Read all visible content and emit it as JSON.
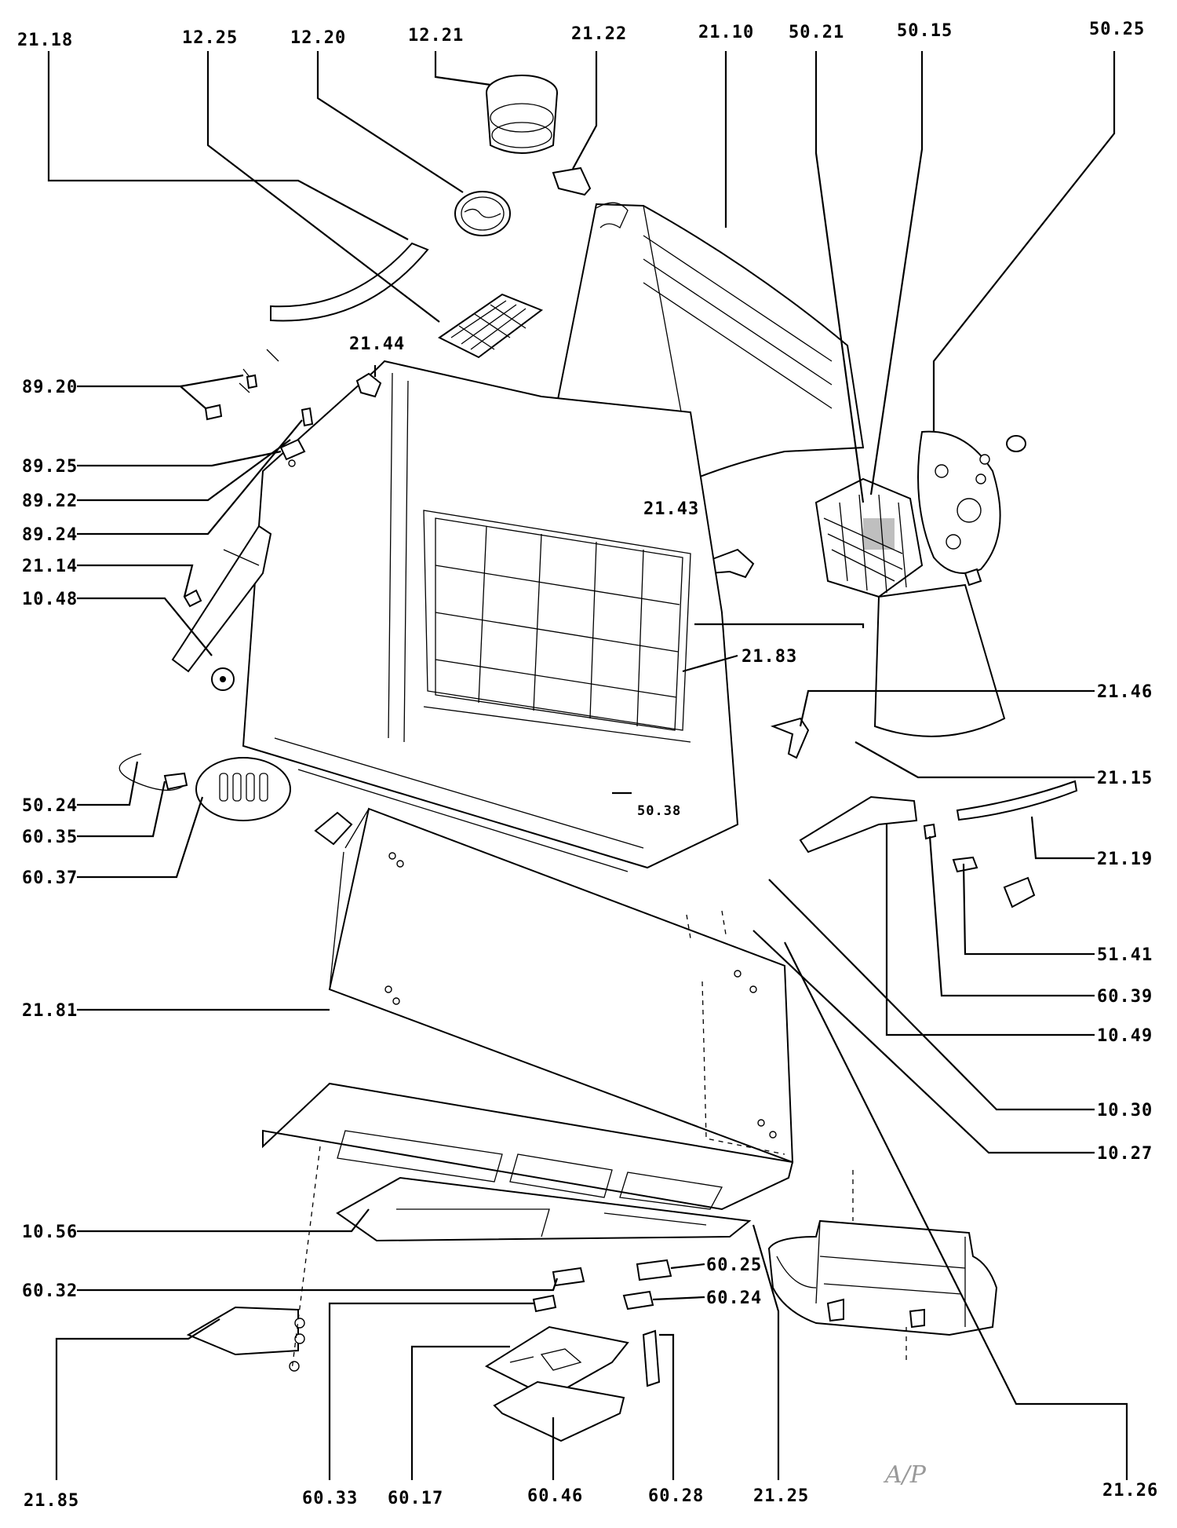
{
  "diagram": {
    "labels": {
      "l2118": "21.18",
      "l1225": "12.25",
      "l1220": "12.20",
      "l1221": "12.21",
      "l2122": "21.22",
      "l2110": "21.10",
      "l5021": "50.21",
      "l5015": "50.15",
      "l5025": "50.25",
      "l2144": "21.44",
      "l8920": "89.20",
      "l8925": "89.25",
      "l8922": "89.22",
      "l8924": "89.24",
      "l2114": "21.14",
      "l1048": "10.48",
      "l2143": "21.43",
      "l2183": "21.83",
      "l2146": "21.46",
      "l5024": "50.24",
      "l6035": "60.35",
      "l6037": "60.37",
      "l5038": "50.38",
      "l2115": "21.15",
      "l2119": "21.19",
      "l5141": "51.41",
      "l6039": "60.39",
      "l1049": "10.49",
      "l2181": "21.81",
      "l1030": "10.30",
      "l1027": "10.27",
      "l1056": "10.56",
      "l6025": "60.25",
      "l6024": "60.24",
      "l6032": "60.32",
      "l2185": "21.85",
      "l6033": "60.33",
      "l6017": "60.17",
      "l6046": "60.46",
      "l6028": "60.28",
      "l2125": "21.25",
      "l2126": "21.26"
    },
    "signature": "A/P"
  }
}
